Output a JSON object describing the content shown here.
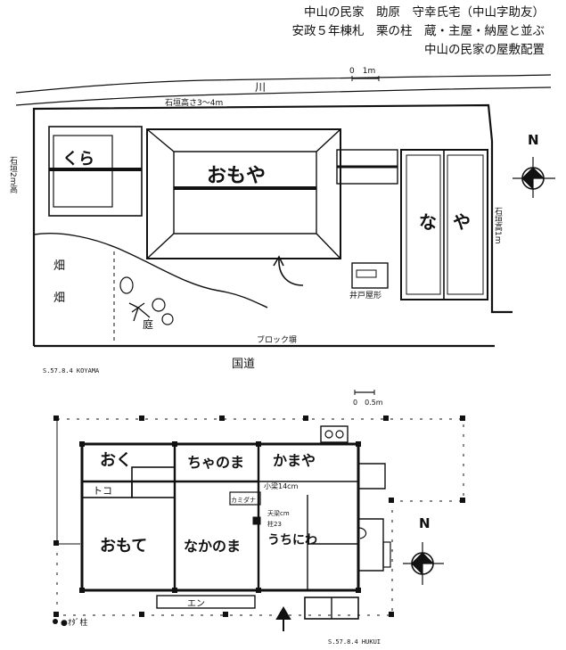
{
  "header": {
    "line1": "中山の民家　助原　守幸氏宅（中山字助友）",
    "line2": "安政５年棟札　栗の柱　蔵・主屋・納屋と並ぶ",
    "line3": "中山の民家の屋敷配置"
  },
  "site_plan": {
    "scale_label": "0　1m",
    "stream_label": "川",
    "stone_wall_top": "石垣高さ3～4m",
    "stone_wall_left": "石垣2m高",
    "stone_wall_right": "石垣高1m",
    "kura": "くら",
    "omoya": "おもや",
    "naya_left": "な",
    "naya_right": "や",
    "field_1": "畑",
    "field_2": "畑",
    "garden": "庭",
    "well_house": "井戸屋形",
    "block_wall": "ブロック塀",
    "road": "国道",
    "signature": "S.57.8.4 KOYAMA"
  },
  "floor_plan": {
    "scale_label": "0　0.5m",
    "oku": "おく",
    "chanoma": "ちゃのま",
    "kamaya": "かまや",
    "toko": "トコ",
    "omote": "おもて",
    "nakanoma": "なかのま",
    "uchinowa": "うちにわ",
    "kamidana": "カミダナ",
    "beam_note": "小梁14cm",
    "ceiling_note": "天梁cm",
    "post_note": "柱23",
    "en": "エン",
    "legend": "●ｵﾀﾞ柱",
    "signature": "S.57.8.4 HUKUI"
  }
}
